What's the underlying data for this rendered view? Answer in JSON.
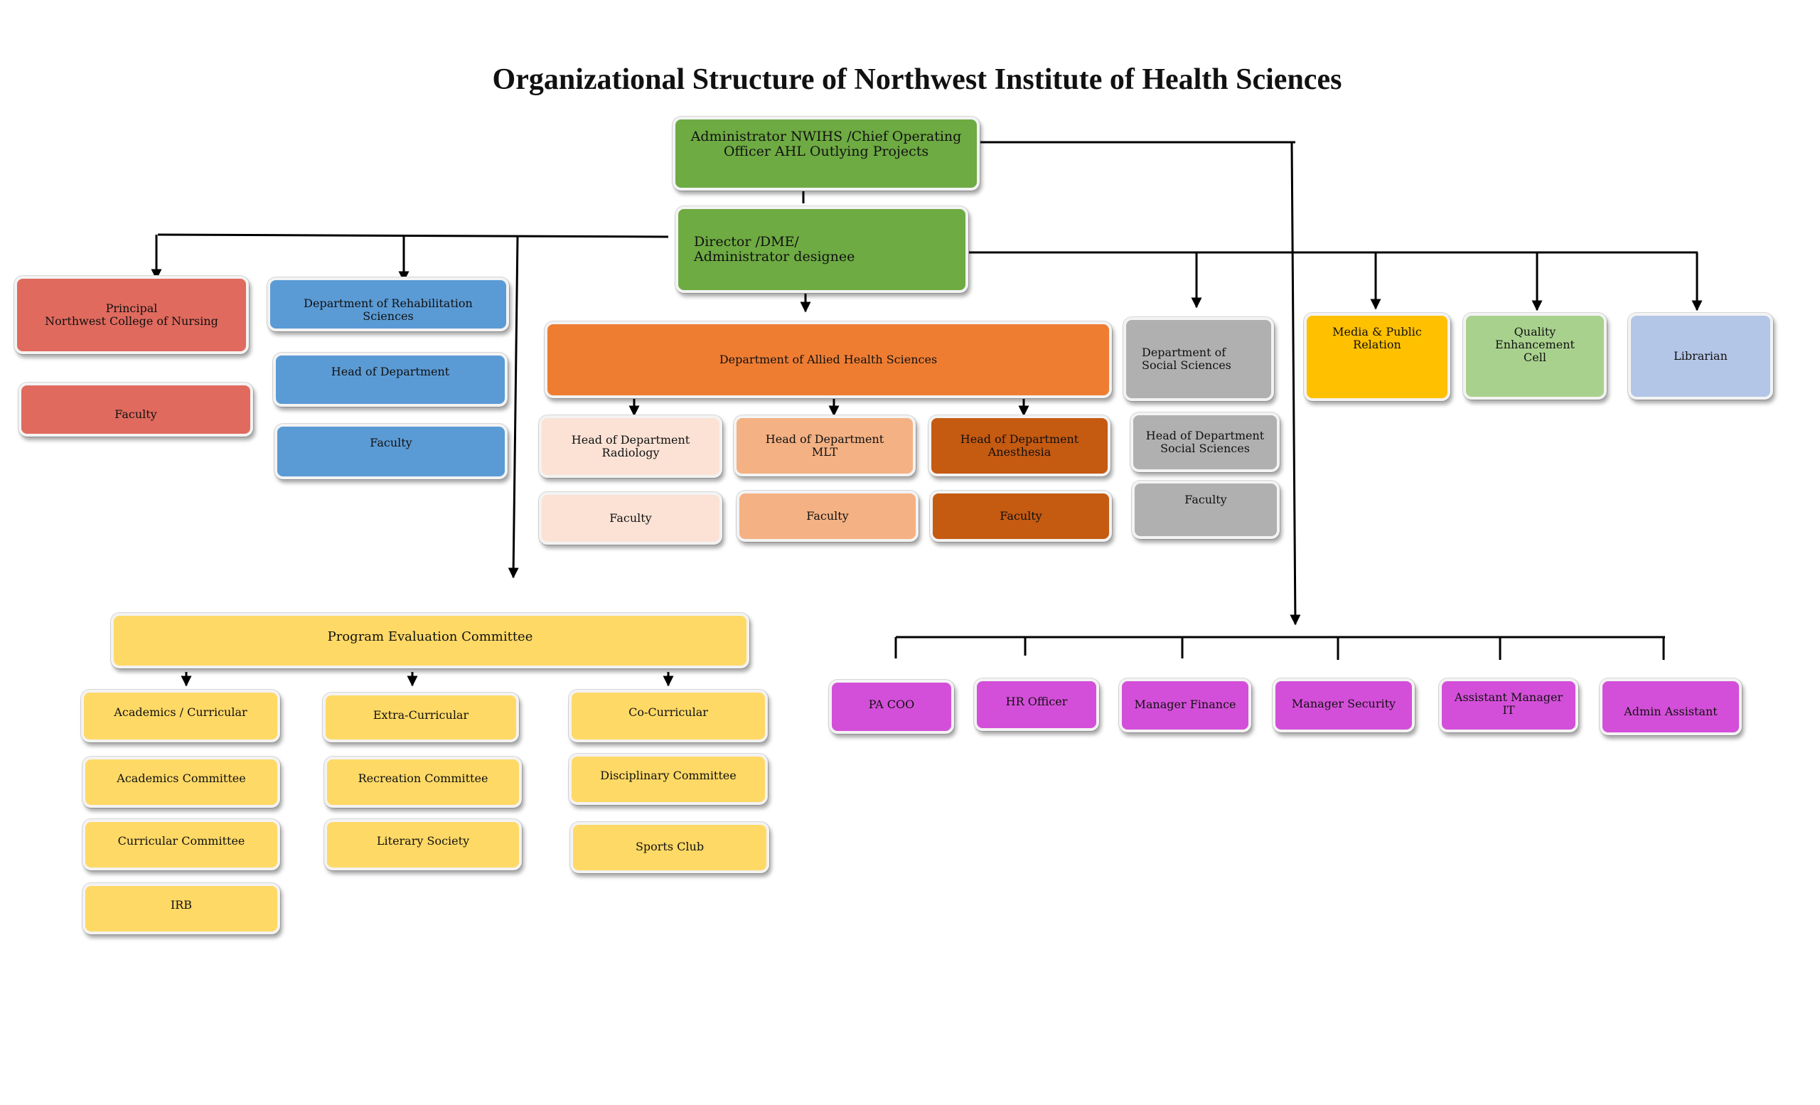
{
  "title": "Organizational Structure of Northwest Institute of Health Sciences",
  "colors": {
    "admin": "#6eab43",
    "nursing": "#e06a5e",
    "rehab": "#5b9bd5",
    "allied": "#ee7d32",
    "radiology": "#fbe2d5",
    "mlt": "#f4b183",
    "anesthesia": "#c55a11",
    "social": "#b0b0b0",
    "media": "#ffc000",
    "quality": "#a9d18e",
    "librarian": "#b4c6e7",
    "committee": "#ffd966",
    "staff": "#d44fd9",
    "line": "#000000"
  },
  "admin": "Administrator NWIHS /Chief Operating\nOfficer AHL Outlying Projects",
  "director": "Director /DME/\nAdministrator designee",
  "nursing": {
    "head": "Principal\nNorthwest College of Nursing",
    "faculty": "Faculty"
  },
  "rehab": {
    "dept": "Department of Rehabilitation Sciences",
    "head": "Head of Department",
    "faculty": "Faculty"
  },
  "allied": {
    "dept": "Department of Allied Health Sciences",
    "radiology": {
      "head": "Head of Department\nRadiology",
      "faculty": "Faculty"
    },
    "mlt": {
      "head": "Head of Department\nMLT",
      "faculty": "Faculty"
    },
    "anesthesia": {
      "head": "Head of Department\nAnesthesia",
      "faculty": "Faculty"
    }
  },
  "social": {
    "dept": "Department of\nSocial Sciences",
    "head": "Head of Department\nSocial Sciences",
    "faculty": "Faculty"
  },
  "media": "Media &  Public\nRelation",
  "quality": "Quality\nEnhancement\nCell",
  "librarian": "Librarian",
  "pec": {
    "title": "Program Evaluation Committee",
    "academics_curricular": "Academics / Curricular",
    "extra_curricular": "Extra-Curricular",
    "co_curricular": "Co-Curricular",
    "academics_committee": "Academics Committee",
    "recreation_committee": "Recreation Committee",
    "disciplinary_committee": "Disciplinary Committee",
    "curricular_committee": "Curricular Committee",
    "literary_society": "Literary Society",
    "sports_club": "Sports Club",
    "irb": "IRB"
  },
  "staff": {
    "pa_coo": "PA COO",
    "hr_officer": "HR Officer",
    "manager_finance": "Manager Finance",
    "manager_security": "Manager Security",
    "assistant_manager_it": "Assistant Manager\nIT",
    "admin_assistant": "Admin Assistant"
  }
}
